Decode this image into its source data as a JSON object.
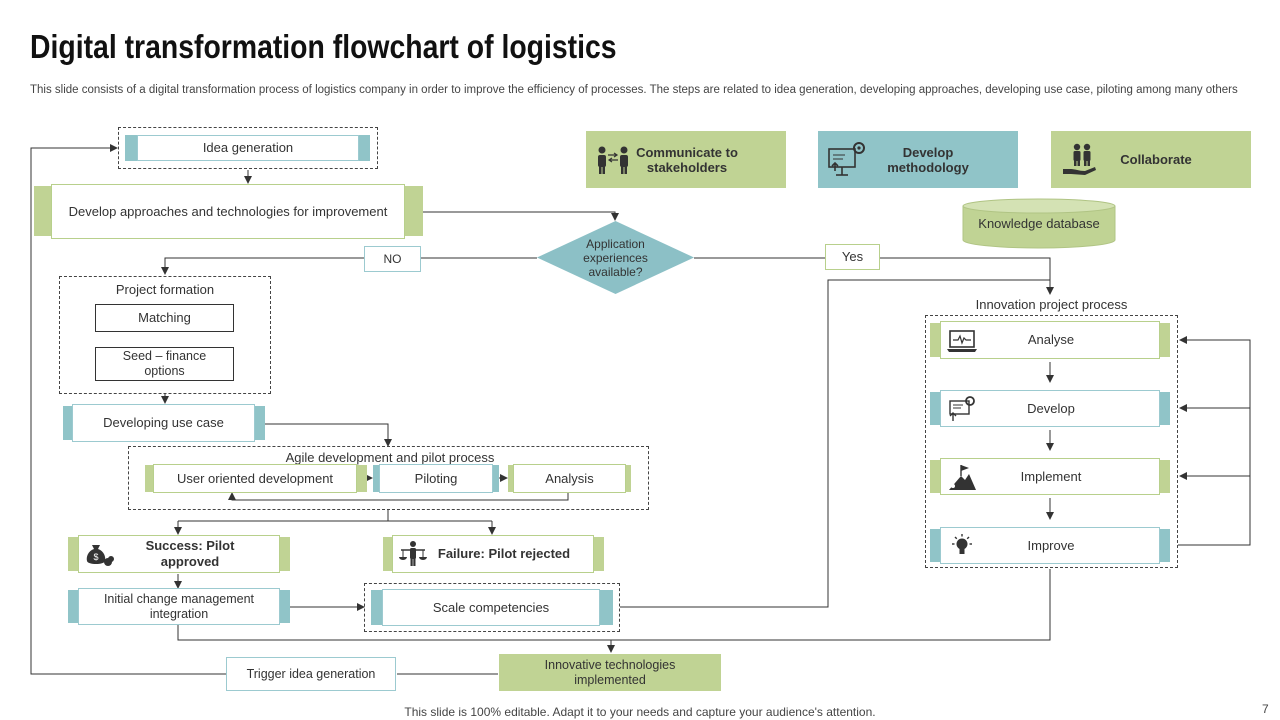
{
  "title": "Digital transformation flowchart of logistics",
  "subtitle": "This slide consists of a digital transformation process of logistics company in order to improve the efficiency of processes. The steps are related to idea generation, developing approaches, developing use case, piloting among many others",
  "legend": {
    "communicate": "Communicate to stakeholders",
    "develop": "Develop methodology",
    "collaborate": "Collaborate"
  },
  "nodes": {
    "idea_generation": "Idea generation",
    "develop_approaches": "Develop  approaches  and technologies  for improvement",
    "decision": "Application experiences available?",
    "no": "NO",
    "yes": "Yes",
    "knowledge_db": "Knowledge  database",
    "project_formation": "Project formation",
    "matching": "Matching",
    "seed_finance": "Seed – finance options",
    "use_case": "Developing  use case",
    "agile_title": "Agile development  and pilot process",
    "user_oriented": "User oriented development",
    "piloting": "Piloting",
    "analysis": "Analysis",
    "success": "Success:  Pilot approved",
    "failure": "Failure: Pilot rejected",
    "initial_change": "Initial change management integration",
    "scale": "Scale competencies",
    "trigger": "Trigger idea generation",
    "innovative": "Innovative  technologies implemented",
    "innovation_title": "Innovation  project process",
    "analyse": "Analyse",
    "develop": "Develop",
    "implement": "Implement",
    "improve": "Improve"
  },
  "icons": {
    "communicate": "people-exchange-icon",
    "develop": "presentation-gear-icon",
    "collaborate": "hand-people-icon",
    "success": "money-bag-icon",
    "failure": "person-scale-icon",
    "analyse": "laptop-pulse-icon",
    "develop_step": "board-gear-icon",
    "implement": "flag-mountain-icon",
    "improve": "lightbulb-icon"
  },
  "colors": {
    "green": "#c0d394",
    "blue": "#90c4c8",
    "decision": "#8cc0c6"
  },
  "footer": "This slide is 100% editable. Adapt it to your needs and capture your audience's attention.",
  "page_number": "7"
}
